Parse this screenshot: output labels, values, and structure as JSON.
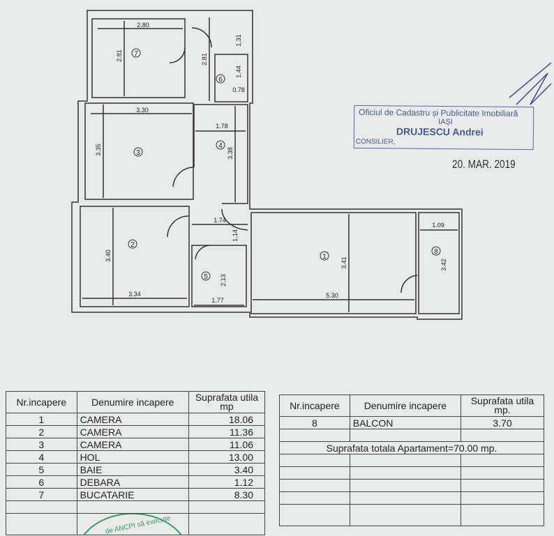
{
  "plan": {
    "rooms": {
      "r1": "1",
      "r2": "2",
      "r3": "3",
      "r4": "4",
      "r5": "5",
      "r6": "6",
      "r7": "7",
      "r8": "8"
    },
    "dims": {
      "d280": "2.80",
      "d281a": "2.81",
      "d281b": "2.81",
      "d131": "1.31",
      "d144": "1.44",
      "d078": "0.78",
      "d330": "3.30",
      "d335": "3.35",
      "d178": "1.78",
      "d338": "3.38",
      "d174": "1.74",
      "d114": "1.14",
      "d340": "3.40",
      "d334": "3.34",
      "d213": "2.13",
      "d177": "1.77",
      "d341": "3.41",
      "d530": "5.30",
      "d109": "1.09",
      "d342": "3.42"
    }
  },
  "stamp": {
    "line1": "Oficiul de Cadastru și Publicitate Imobiliară",
    "line2": "IAȘI",
    "name": "DRUJESCU Andrei",
    "role": "CONSILIER,",
    "date": "20. MAR. 2019"
  },
  "table1": {
    "headers": [
      "Nr.incapere",
      "Denumire incapere",
      "Suprafata utila mp"
    ],
    "rows": [
      [
        "1",
        "CAMERA",
        "18.06"
      ],
      [
        "2",
        "CAMERA",
        "11.36"
      ],
      [
        "3",
        "CAMERA",
        "11.06"
      ],
      [
        "4",
        "HOL",
        "13.00"
      ],
      [
        "5",
        "BAIE",
        "3.40"
      ],
      [
        "6",
        "DEBARA",
        "1.12"
      ],
      [
        "7",
        "BUCATARIE",
        "8.30"
      ]
    ]
  },
  "table2": {
    "headers": [
      "Nr.incapere",
      "Denumire incapere",
      "Suprafata utila mp."
    ],
    "rows": [
      [
        "8",
        "BALCON",
        "3.70"
      ]
    ],
    "total": "Suprafata totala Apartament=70.00 mp."
  },
  "seal_text": "de ANCPI să execute"
}
